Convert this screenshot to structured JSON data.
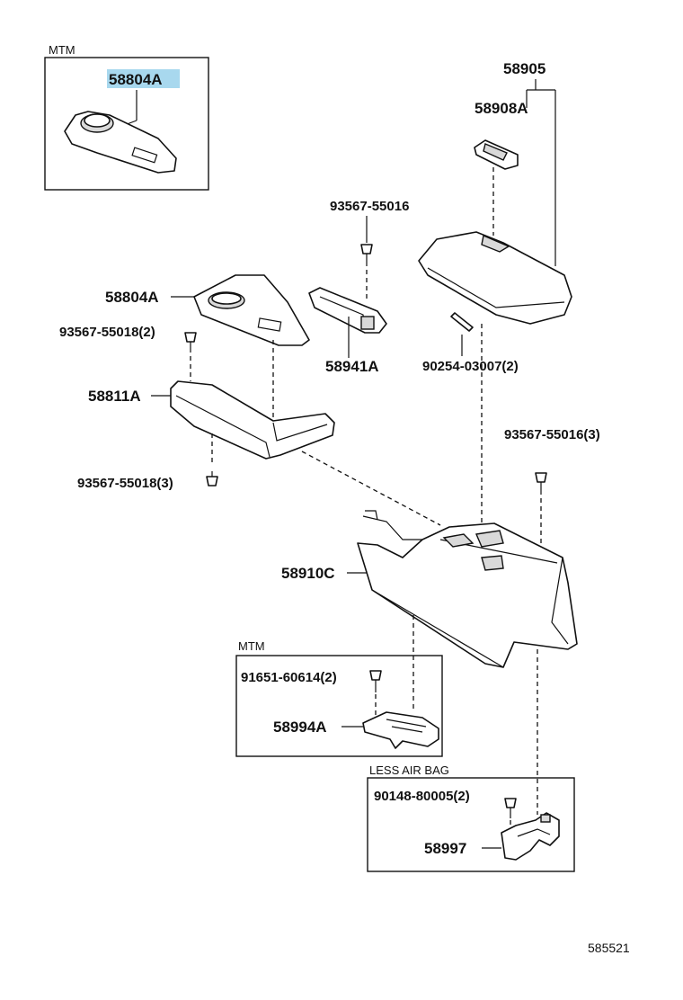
{
  "diagram_code": "585521",
  "highlight_color": "#a8d8ee",
  "groups": {
    "mtm_top": "MTM",
    "mtm_bottom": "MTM",
    "less_air_bag": "LESS  AIR  BAG"
  },
  "labels": {
    "p58804a_top": "58804A",
    "p58905": "58905",
    "p58908a": "58908A",
    "p93567_55016_a": "93567-55016",
    "p58804a": "58804A",
    "p58941a": "58941A",
    "p93567_55018_a": "93567-55018(2)",
    "p90254_03007": "90254-03007(2)",
    "p58811a": "58811A",
    "p93567_55016_b": "93567-55016(3)",
    "p93567_55018_b": "93567-55018(3)",
    "p58910c": "58910C",
    "p91651_60614": "91651-60614(2)",
    "p58994a": "58994A",
    "p90148_80005": "90148-80005(2)",
    "p58997": "58997"
  }
}
